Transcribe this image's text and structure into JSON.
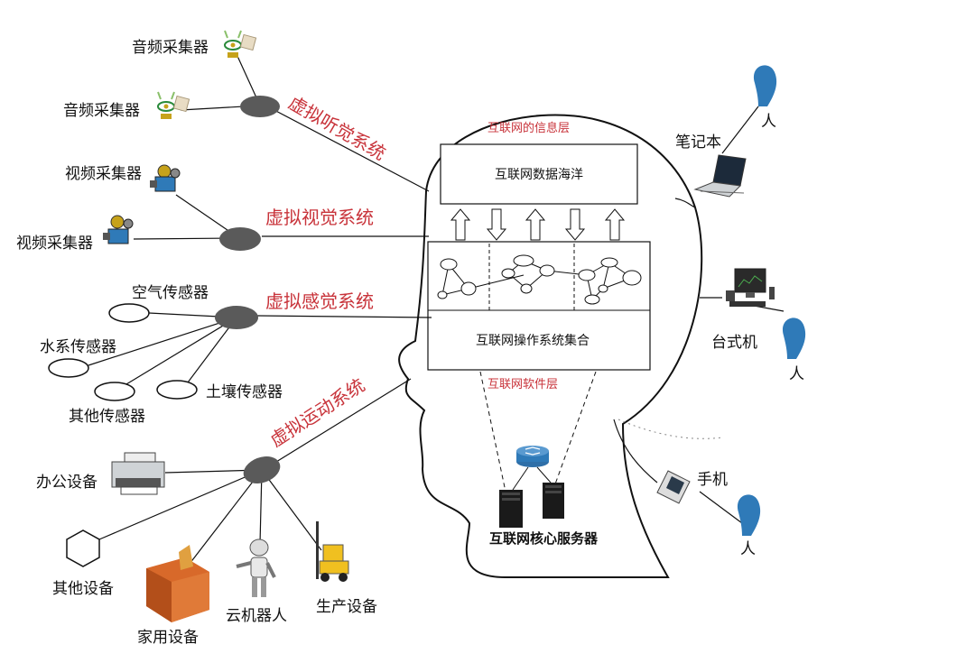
{
  "layers": {
    "info_layer": "互联网的信息层",
    "data_ocean": "互联网数据海洋",
    "os_set": "互联网操作系统集合",
    "software_layer": "互联网软件层",
    "core_server": "互联网核心服务器"
  },
  "systems": {
    "hearing": "虚拟听觉系统",
    "vision": "虚拟视觉系统",
    "feeling": "虚拟感觉系统",
    "motion": "虚拟运动系统"
  },
  "hearing_devices": [
    "音频采集器",
    "音频采集器"
  ],
  "vision_devices": [
    "视频采集器",
    "视频采集器"
  ],
  "feeling_devices": [
    "空气传感器",
    "水系传感器",
    "其他传感器",
    "土壤传感器"
  ],
  "motion_devices": [
    "办公设备",
    "其他设备",
    "家用设备",
    "云机器人",
    "生产设备"
  ],
  "terminals": {
    "laptop": "笔记本",
    "desktop": "台式机",
    "phone": "手机",
    "person": "人"
  },
  "colors": {
    "system_label": "#c8333a",
    "hub": "#5a5a5a",
    "person": "#2f7ab8",
    "device_ring": "#3a3a3a"
  }
}
